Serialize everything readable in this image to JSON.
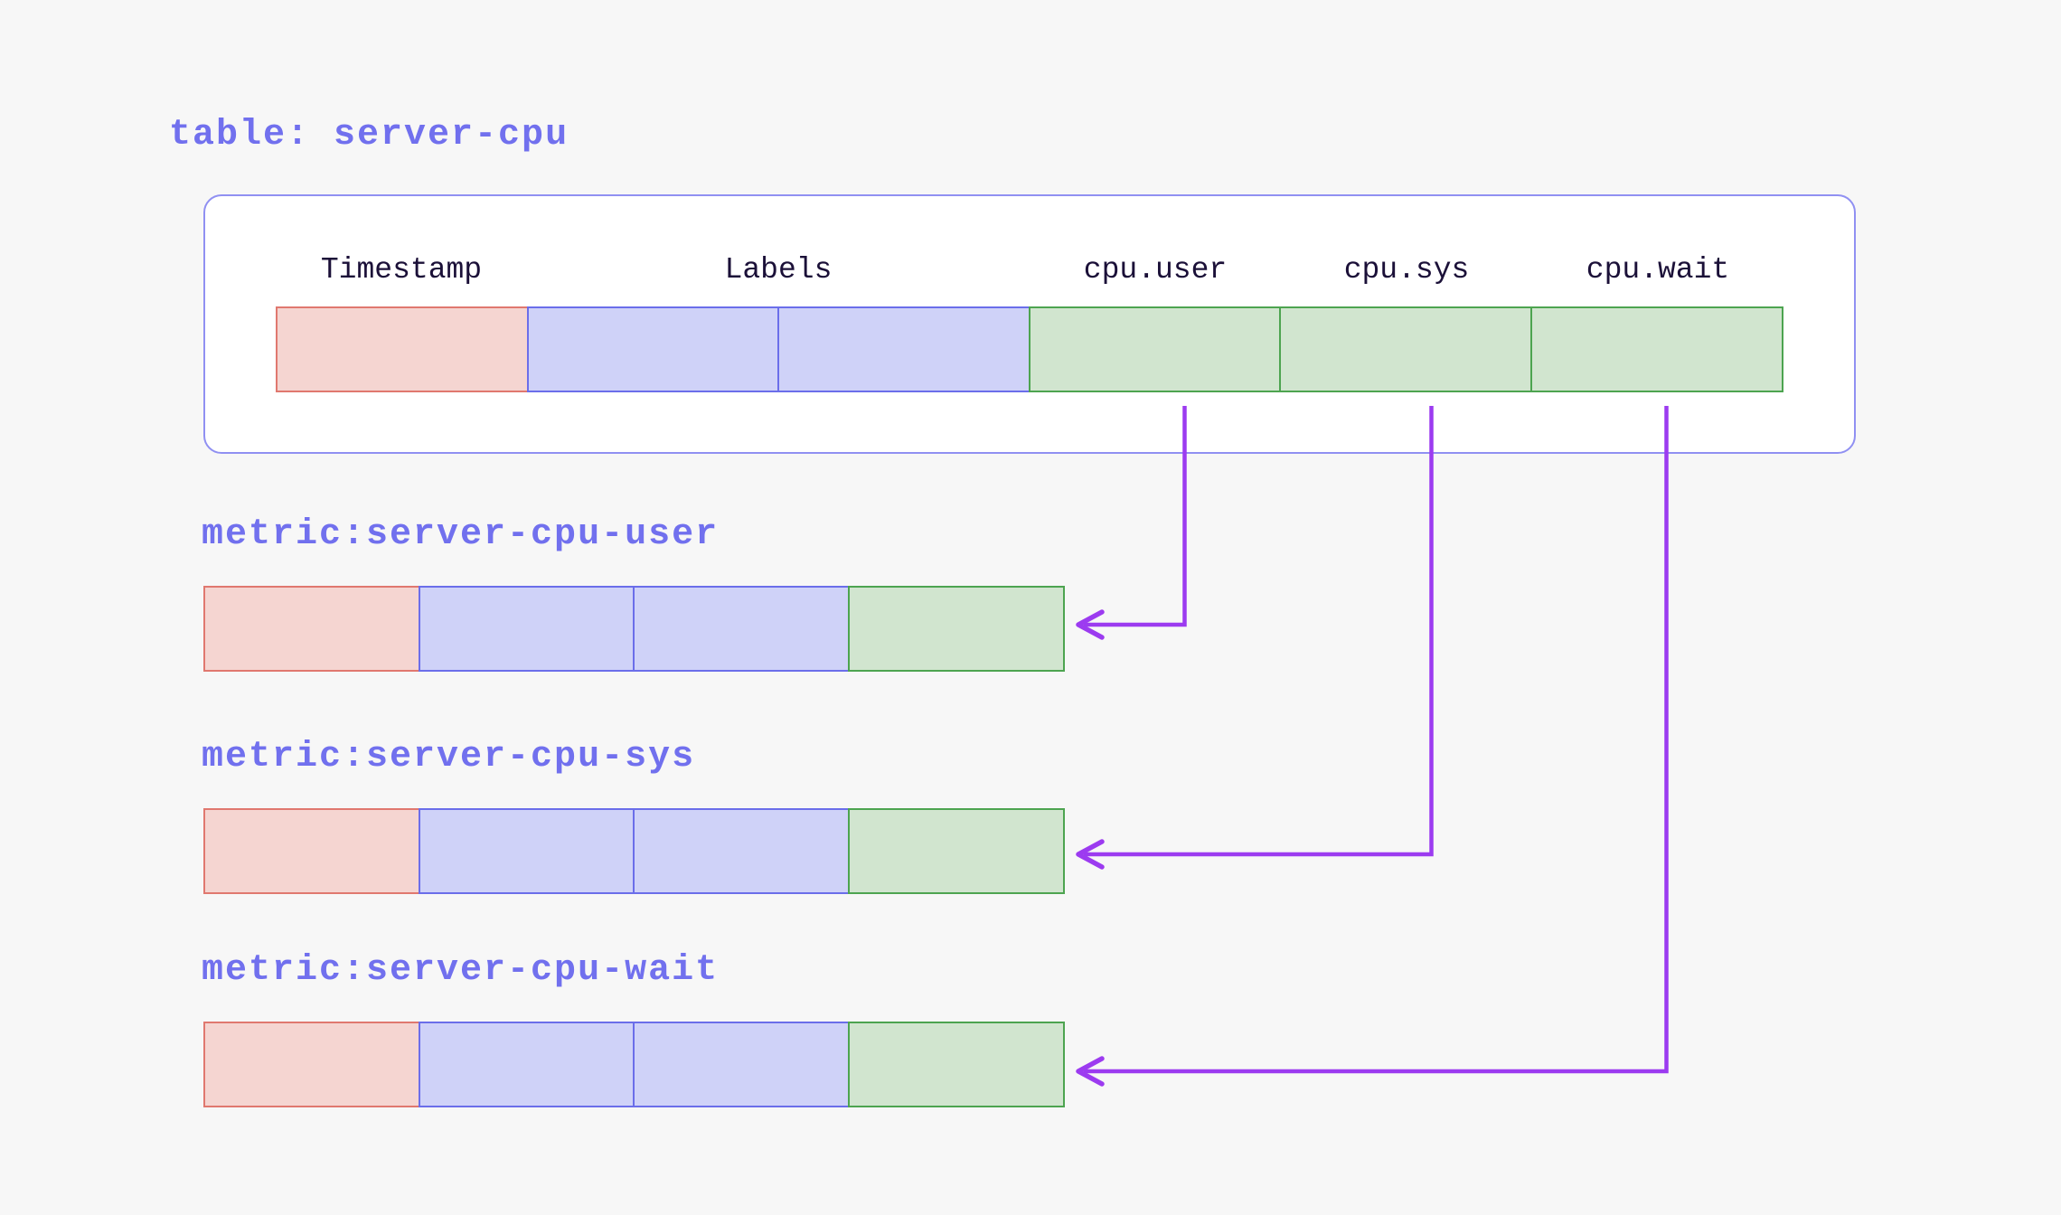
{
  "table": {
    "title": "table: server-cpu",
    "columns": [
      {
        "label": "Timestamp",
        "type": "timestamp"
      },
      {
        "label": "Labels",
        "type": "labels"
      },
      {
        "label": "cpu.user",
        "type": "value"
      },
      {
        "label": "cpu.sys",
        "type": "value"
      },
      {
        "label": "cpu.wait",
        "type": "value"
      }
    ],
    "row_cells": [
      "timestamp",
      "labels",
      "labels",
      "value",
      "value",
      "value"
    ]
  },
  "metrics": [
    {
      "label": "metric:server-cpu-user",
      "source_column": "cpu.user",
      "row_cells": [
        "timestamp",
        "labels",
        "labels",
        "value"
      ]
    },
    {
      "label": "metric:server-cpu-sys",
      "source_column": "cpu.sys",
      "row_cells": [
        "timestamp",
        "labels",
        "labels",
        "value"
      ]
    },
    {
      "label": "metric:server-cpu-wait",
      "source_column": "cpu.wait",
      "row_cells": [
        "timestamp",
        "labels",
        "labels",
        "value"
      ]
    }
  ],
  "icons": {
    "arrowhead": "left-chevron"
  },
  "colors": {
    "bg": "#f7f7f7",
    "box-fill": "#ffffff",
    "box-border": "#9090f2",
    "accent-indigo": "#7170ee",
    "header-text": "#1b1038",
    "timestamp-fill": "#f5d5d1",
    "timestamp-border": "#e0786f",
    "labels-fill": "#cfd2f8",
    "labels-border": "#6b6eea",
    "value-fill": "#d1e5cf",
    "value-border": "#4da450",
    "arrow": "#9c3bf0"
  }
}
